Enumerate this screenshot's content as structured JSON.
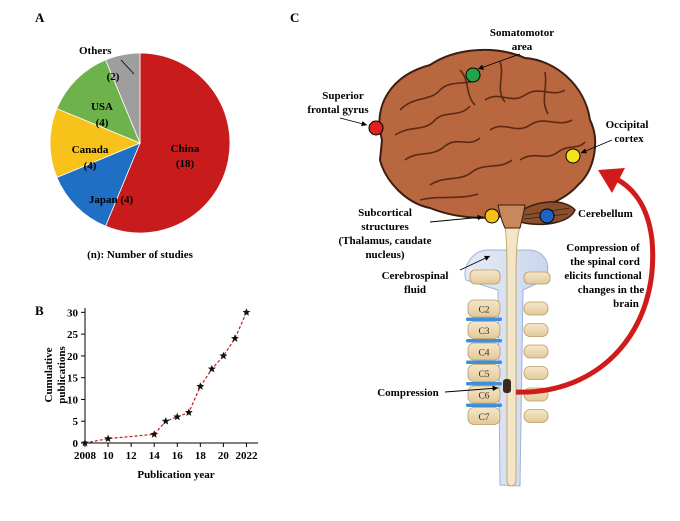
{
  "panels": {
    "a": "A",
    "b": "B",
    "c": "C"
  },
  "chart_data": [
    {
      "type": "pie",
      "panel": "A",
      "slices": [
        {
          "label": "China",
          "value_label": "(18)",
          "value": 18,
          "color": "#c81c1c"
        },
        {
          "label": "Japan (4)",
          "value_label": "",
          "value": 4,
          "color": "#1f6fc4"
        },
        {
          "label": "Canada",
          "value_label": "(4)",
          "value": 4,
          "color": "#f7c31b"
        },
        {
          "label": "USA",
          "value_label": "(4)",
          "value": 4,
          "color": "#6db24a"
        },
        {
          "label": "Others",
          "value_label": "(2)",
          "value": 2,
          "color": "#9e9e9e"
        }
      ],
      "note": "(n): Number of studies"
    },
    {
      "type": "line",
      "panel": "B",
      "x": [
        2008,
        2010,
        2014,
        2015,
        2016,
        2017,
        2018,
        2019,
        2020,
        2021,
        2022
      ],
      "y": [
        0,
        1,
        2,
        5,
        6,
        7,
        13,
        17,
        20,
        24,
        30
      ],
      "xlabel": "Publication year",
      "ylabel": "Cumulative publications",
      "xticks": [
        "2008",
        "10",
        "12",
        "14",
        "16",
        "18",
        "20",
        "2022"
      ],
      "xtick_values": [
        2008,
        2010,
        2012,
        2014,
        2016,
        2018,
        2020,
        2022
      ],
      "yticks": [
        "0",
        "5",
        "10",
        "15",
        "20",
        "25",
        "30"
      ],
      "ytick_values": [
        0,
        5,
        10,
        15,
        20,
        25,
        30
      ],
      "xlim": [
        2008,
        2023
      ],
      "ylim": [
        0,
        31
      ],
      "line_color": "#c81c1c",
      "marker": "star"
    }
  ],
  "diagram": {
    "regions": {
      "somatomotor": {
        "lines": [
          "Somatomotor",
          "area"
        ],
        "color": "#21a34a"
      },
      "superior_frontal": {
        "lines": [
          "Superior",
          "frontal gyrus"
        ],
        "color": "#e01f1f"
      },
      "occipital": {
        "lines": [
          "Occipital",
          "cortex"
        ],
        "color": "#f5e31a"
      },
      "subcortical": {
        "lines": [
          "Subcortical",
          "structures",
          "(Thalamus, caudate",
          "nucleus)"
        ],
        "color": "#f5c21a"
      },
      "cerebellum": {
        "lines": [
          "Cerebellum"
        ],
        "color": "#1f64c4"
      }
    },
    "csf": [
      "Cerebrospinal",
      "fluid"
    ],
    "compression_note": [
      "Compression of",
      "the spinal cord",
      "elicits functional",
      "changes in the",
      "brain"
    ],
    "compression_label": "Compression",
    "vertebrae": [
      "C2",
      "C3",
      "C4",
      "C5",
      "C6",
      "C7"
    ]
  }
}
